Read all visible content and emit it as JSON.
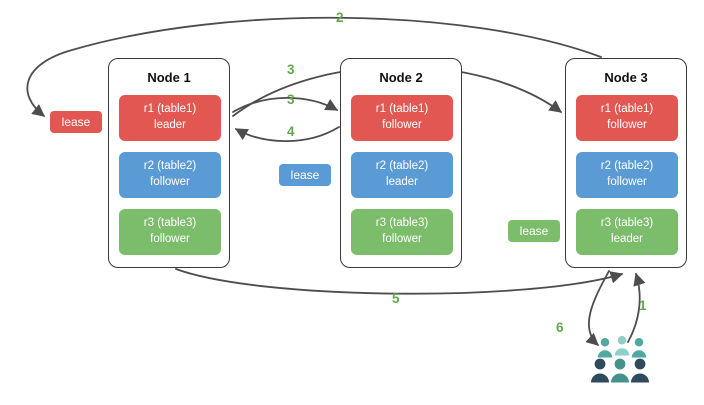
{
  "nodes": [
    {
      "title": "Node 1",
      "ranges": [
        {
          "name": "r1 (table1)",
          "role": "leader",
          "color": "red"
        },
        {
          "name": "r2 (table2)",
          "role": "follower",
          "color": "blue"
        },
        {
          "name": "r3 (table3)",
          "role": "follower",
          "color": "green"
        }
      ]
    },
    {
      "title": "Node 2",
      "ranges": [
        {
          "name": "r1 (table1)",
          "role": "follower",
          "color": "red"
        },
        {
          "name": "r2 (table2)",
          "role": "leader",
          "color": "blue"
        },
        {
          "name": "r3 (table3)",
          "role": "follower",
          "color": "green"
        }
      ]
    },
    {
      "title": "Node 3",
      "ranges": [
        {
          "name": "r1 (table1)",
          "role": "follower",
          "color": "red"
        },
        {
          "name": "r2 (table2)",
          "role": "follower",
          "color": "blue"
        },
        {
          "name": "r3 (table3)",
          "role": "leader",
          "color": "green"
        }
      ]
    }
  ],
  "leases": [
    {
      "label": "lease",
      "color": "red"
    },
    {
      "label": "lease",
      "color": "blue"
    },
    {
      "label": "lease",
      "color": "green"
    }
  ],
  "steps": {
    "s1": "1",
    "s2": "2",
    "s3a": "3",
    "s3b": "3",
    "s4": "4",
    "s5": "5",
    "s6": "6"
  },
  "icons": {
    "users": "users-icon"
  },
  "colors": {
    "range_red": "#e25751",
    "range_blue": "#5b9bd5",
    "range_green": "#7cbd6b",
    "arrow": "#4d4d4d",
    "step_label": "#63a84e",
    "node_border": "#3a3a3a",
    "users_teal": "#4fa8a1",
    "users_teal_light": "#8ecfc9",
    "users_teal_dark": "#43938b",
    "users_navy": "#2f4a5d"
  }
}
